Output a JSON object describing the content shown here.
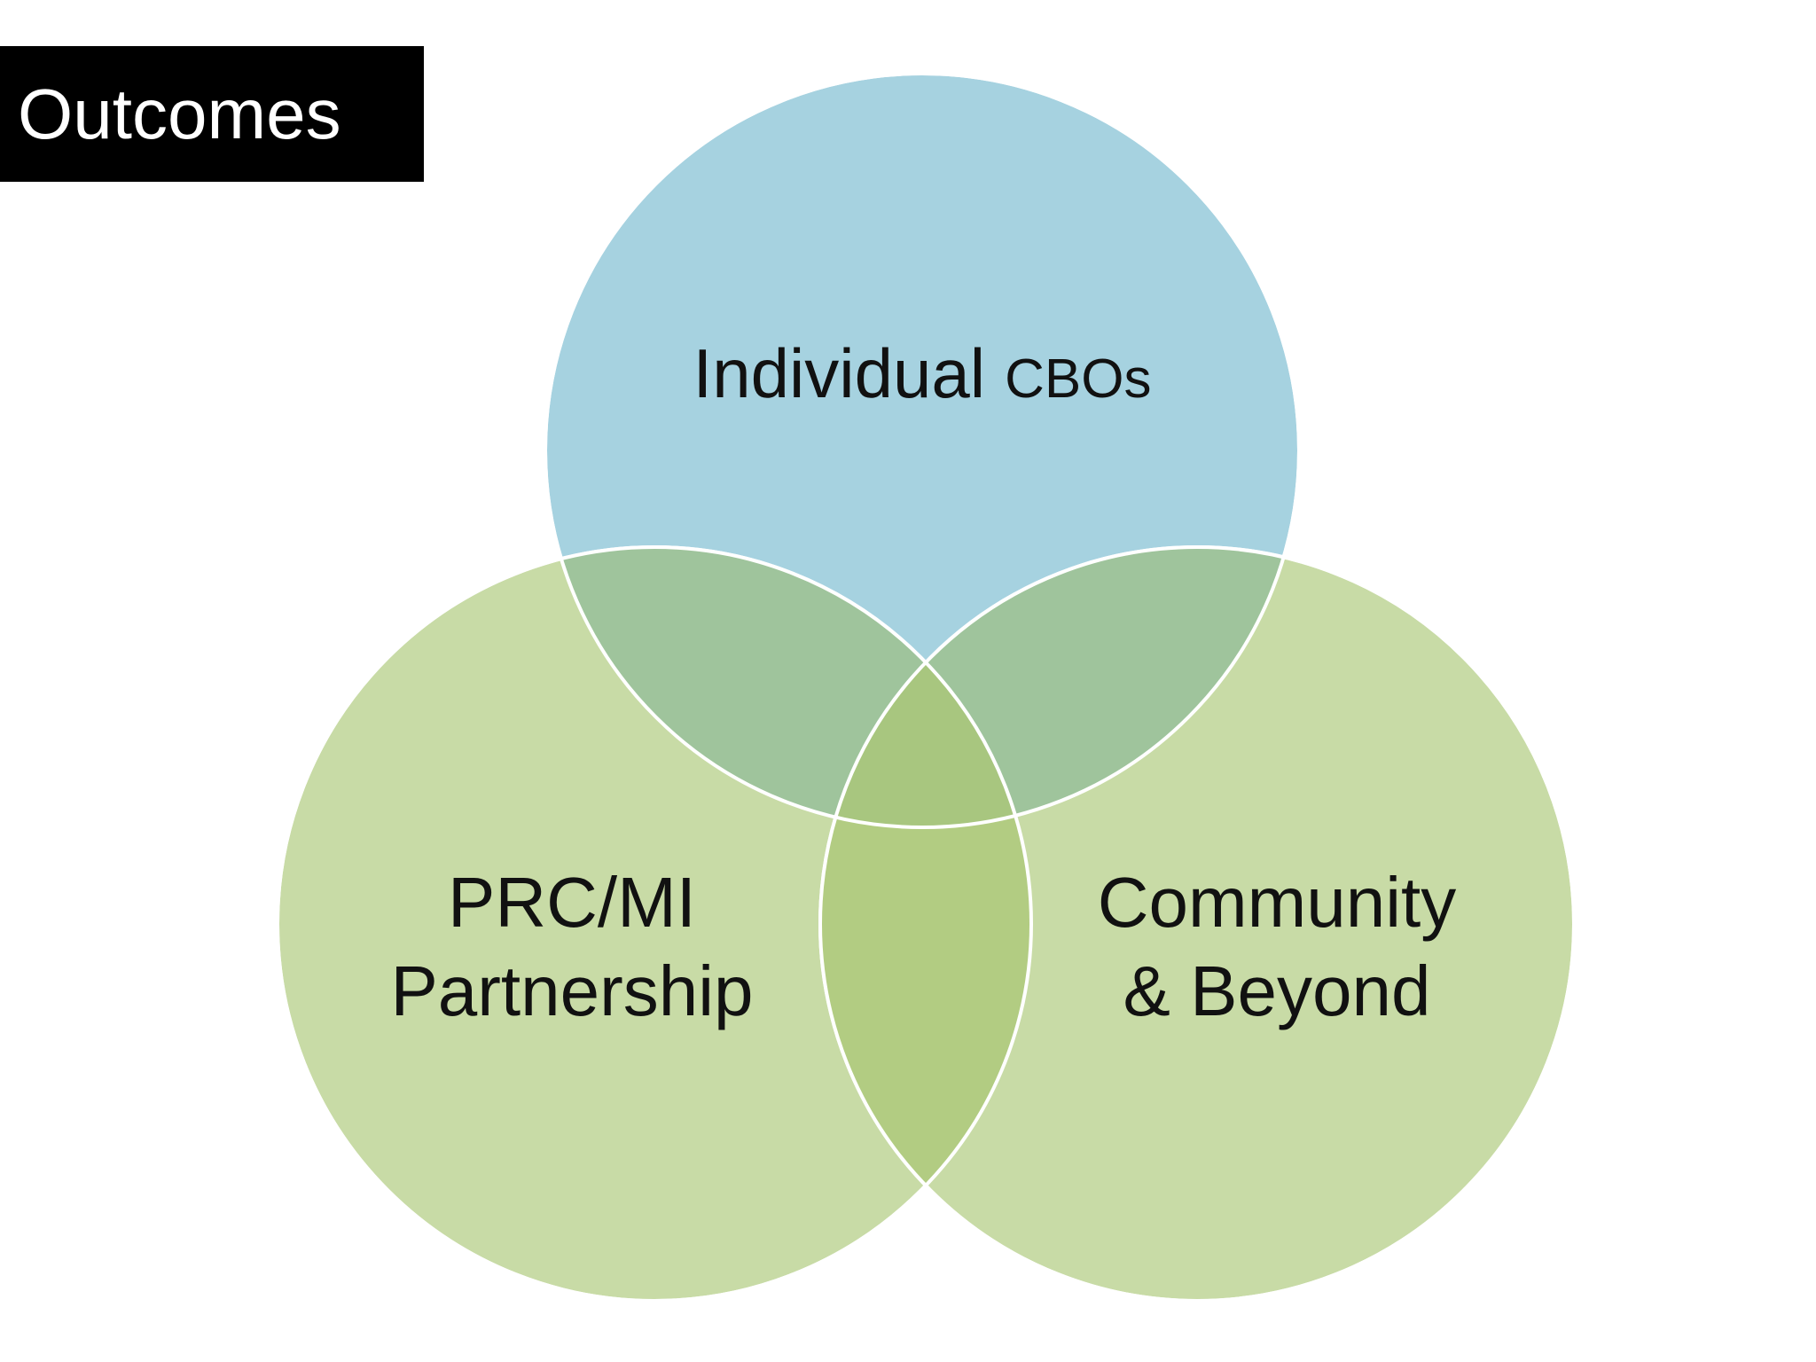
{
  "slide": {
    "title": "Outcomes"
  },
  "venn": {
    "circles": [
      {
        "id": "top",
        "label_main": "Individual",
        "label_small": "CBOs",
        "color": "#a6d2e0"
      },
      {
        "id": "left",
        "label_lines": [
          "PRC/MI",
          "Partnership"
        ],
        "color": "#c8dba6"
      },
      {
        "id": "right",
        "label_lines": [
          "Community",
          "& Beyond"
        ],
        "color": "#c8dba6"
      }
    ],
    "overlap_color": "#9fc49c",
    "center_color": "#b2cc82"
  }
}
